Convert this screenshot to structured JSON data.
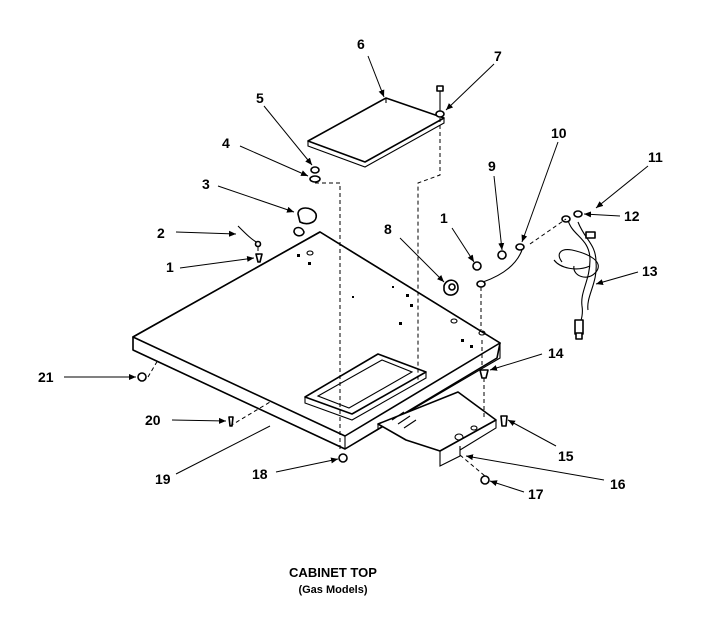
{
  "title": "CABINET TOP",
  "subtitle": "(Gas Models)",
  "callouts": [
    "1",
    "2",
    "3",
    "4",
    "5",
    "6",
    "7",
    "8",
    "9",
    "10",
    "11",
    "12",
    "13",
    "14",
    "15",
    "16",
    "17",
    "18",
    "19",
    "20",
    "21"
  ],
  "callout_1_second": "1"
}
